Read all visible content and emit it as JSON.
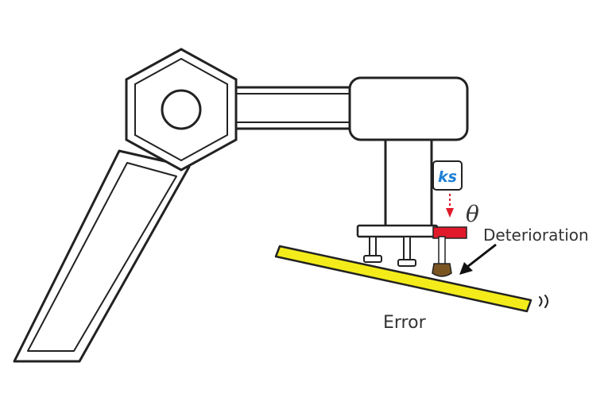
{
  "labels": {
    "theta": "θ",
    "deterioration": "Deterioration",
    "error": "Error"
  },
  "sensor_logo": {
    "text": "ks",
    "color": "#1b7fd6"
  },
  "colors": {
    "outline": "#222222",
    "panel": "#f3ec1a",
    "sensor_red": "#e01a2a",
    "worn_gripper": "#7a5522",
    "arrow_red": "#e01a2a"
  }
}
